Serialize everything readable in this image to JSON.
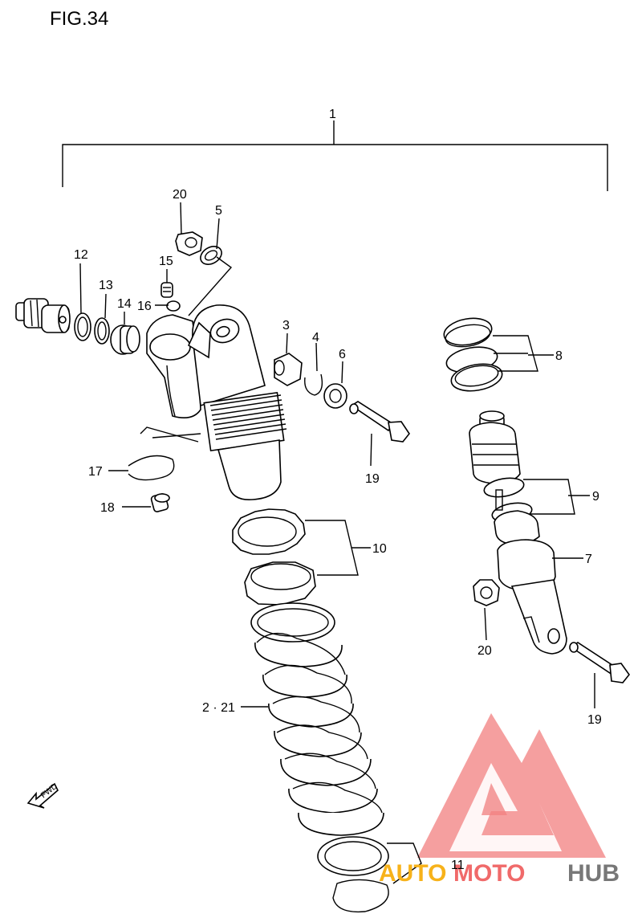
{
  "figure": {
    "title": "FIG.34"
  },
  "labels": {
    "p1": "1",
    "p20a": "20",
    "p5": "5",
    "p12": "12",
    "p15": "15",
    "p13": "13",
    "p14": "14",
    "p16": "16",
    "p3": "3",
    "p4": "4",
    "p6": "6",
    "p8": "8",
    "p17": "17",
    "p19a": "19",
    "p18": "18",
    "p9": "9",
    "p10": "10",
    "p7": "7",
    "p20b": "20",
    "p2_21": "2 · 21",
    "p19b": "19",
    "p11": "11"
  },
  "fwd_arrow": {
    "label": "FWD"
  },
  "watermark": {
    "text_auto": "AUTO",
    "text_moto": "MOTO",
    "text_hub": "HUB",
    "color_red": "#f06a6a",
    "color_orange": "#f7b21a",
    "color_grey": "#777777"
  }
}
